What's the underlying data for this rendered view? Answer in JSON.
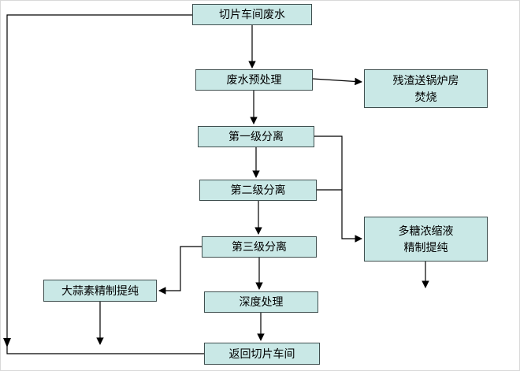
{
  "diagram": {
    "type": "flowchart",
    "nodes": [
      {
        "id": "n1",
        "label": "切片车间废水"
      },
      {
        "id": "n2",
        "label": "废水预处理"
      },
      {
        "id": "n3",
        "label": "残渣送锅炉房\n焚烧"
      },
      {
        "id": "n4",
        "label": "第一级分离"
      },
      {
        "id": "n5",
        "label": "第二级分离"
      },
      {
        "id": "n6",
        "label": "多糖浓缩液\n精制提纯"
      },
      {
        "id": "n7",
        "label": "第三级分离"
      },
      {
        "id": "n8",
        "label": "大蒜素精制提纯"
      },
      {
        "id": "n9",
        "label": "深度处理"
      },
      {
        "id": "n10",
        "label": "返回切片车间"
      }
    ],
    "edges": [
      {
        "from": "n1",
        "to": "n2"
      },
      {
        "from": "n2",
        "to": "n3"
      },
      {
        "from": "n2",
        "to": "n4"
      },
      {
        "from": "n4",
        "to": "n5"
      },
      {
        "from": "n4",
        "to": "n6"
      },
      {
        "from": "n5",
        "to": "n6"
      },
      {
        "from": "n5",
        "to": "n7"
      },
      {
        "from": "n7",
        "to": "n8"
      },
      {
        "from": "n7",
        "to": "n9"
      },
      {
        "from": "n9",
        "to": "n10"
      },
      {
        "from": "n10",
        "to": "n1"
      },
      {
        "from": "n6",
        "to": "out"
      },
      {
        "from": "n8",
        "to": "out"
      }
    ]
  },
  "colors": {
    "node_fill": "#c9e8e6",
    "node_border": "#3f4f4f",
    "connector": "#000000",
    "background": "#ffffff"
  }
}
